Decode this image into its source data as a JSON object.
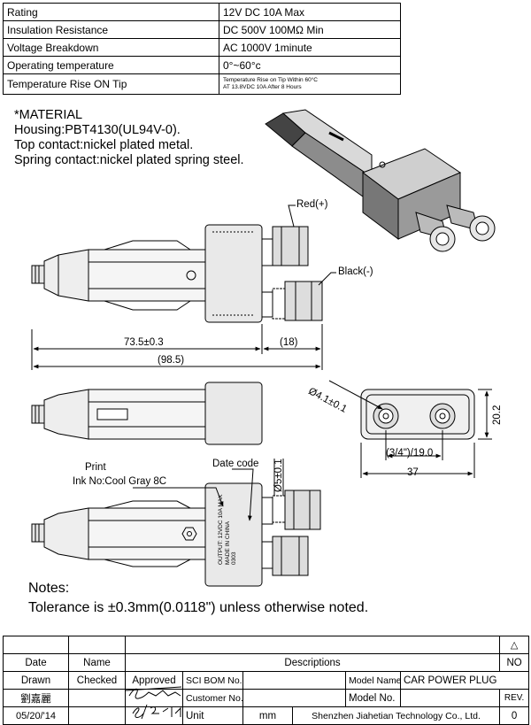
{
  "specs": [
    {
      "label": "Rating",
      "value": "12V DC 10A Max"
    },
    {
      "label": "Insulation Resistance",
      "value": "DC 500V 100MΩ  Min"
    },
    {
      "label": "Voltage Breakdown",
      "value": "AC 1000V 1minute"
    },
    {
      "label": "Operating temperature",
      "value": "0°~60°c"
    },
    {
      "label": "Temperature Rise ON Tip",
      "value_line1": "Temperature Rise on Tip  Within 60°C",
      "value_line2": "AT 13.8VDC 10A After 8 Hours"
    }
  ],
  "material": {
    "heading": "*MATERIAL",
    "housing": "Housing:PBT4130(UL94V-0).",
    "top_contact": "Top contact:nickel plated metal.",
    "spring_contact": "Spring contact:nickel plated spring steel."
  },
  "callouts": {
    "red": "Red(+)",
    "black": "Black(-)",
    "print": "Print",
    "ink": "Ink No:Cool Gray 8C",
    "date_code": "Date code"
  },
  "dimensions": {
    "length_73": "73.5±0.3",
    "length_18": "(18)",
    "length_98": "(98.5)",
    "diam_41": "Ø4.1±0.1",
    "height_202": "20.2",
    "pitch": "(3/4\")/19.0",
    "width_37": "37",
    "diam_5": "Ø5±0.1"
  },
  "label_print": {
    "line1": "OUTPUT: 12VDC 10A MAX",
    "line2": "MADE IN CHINA",
    "line3": "0303"
  },
  "notes": {
    "heading": "Notes:",
    "tolerance": "Tolerance is ±0.3mm(0.0118\") unless otherwise noted."
  },
  "title_block": {
    "rev_mark": "△",
    "date_h": "Date",
    "name_h": "Name",
    "descriptions_h": "Descriptions",
    "no_h": "NO",
    "drawn": "Drawn",
    "checked": "Checked",
    "approved": "Approved",
    "sci_bom": "SCI BOM No.",
    "model_name_h": "Model Name",
    "model_name": "CAR POWER PLUG",
    "drawn_name": "劉嘉麗",
    "customer_no": "Customer No.",
    "model_no": "Model No.",
    "rev_h": "REV.",
    "date": "05/20/'14",
    "unit_h": "Unit",
    "unit": "mm",
    "company": "Shenzhen Jiahetian Technology Co., Ltd.",
    "rev": "0",
    "sig1": "Simon",
    "sig2": "5/22/'14"
  }
}
